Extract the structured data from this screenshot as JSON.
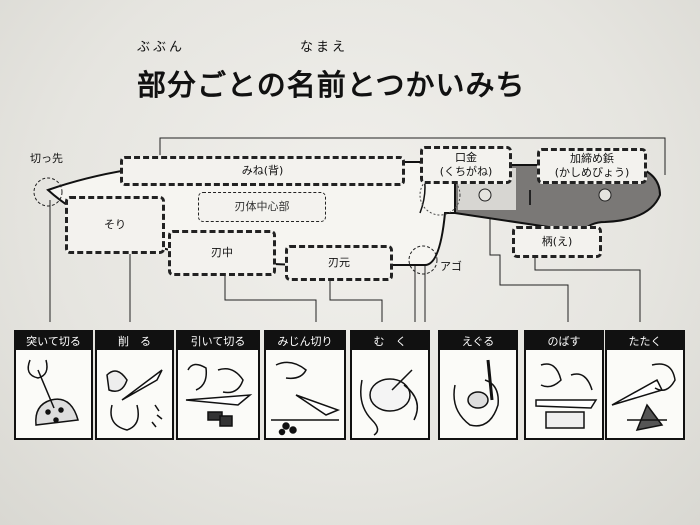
{
  "furigana": {
    "bubun": "ぶぶん",
    "namae": "なまえ"
  },
  "title": "部分ごとの名前とつかいみち",
  "parts": {
    "kissaki": "切っ先",
    "mune": "みね(背)",
    "kuchigane_main": "口金",
    "kuchigane_reading": "(くちがね)",
    "kashimebyou_main": "加締め鋲",
    "kashimebyou_reading": "(かしめびょう)",
    "hatai_chushinbu": "刃体中心部",
    "sori": "そり",
    "nakaba": "刃中",
    "hamoto": "刃元",
    "ago": "アゴ",
    "e": "柄(え)"
  },
  "uses": [
    {
      "label": "突いて切る",
      "icon": "stab-cut-icon"
    },
    {
      "label": "削　る",
      "icon": "shave-icon"
    },
    {
      "label": "引いて切る",
      "icon": "pull-cut-icon"
    },
    {
      "label": "みじん切り",
      "icon": "mince-icon"
    },
    {
      "label": "む　く",
      "icon": "peel-icon"
    },
    {
      "label": "えぐる",
      "icon": "gouge-icon"
    },
    {
      "label": "のばす",
      "icon": "flatten-icon"
    },
    {
      "label": "たたく",
      "icon": "pound-icon"
    }
  ]
}
